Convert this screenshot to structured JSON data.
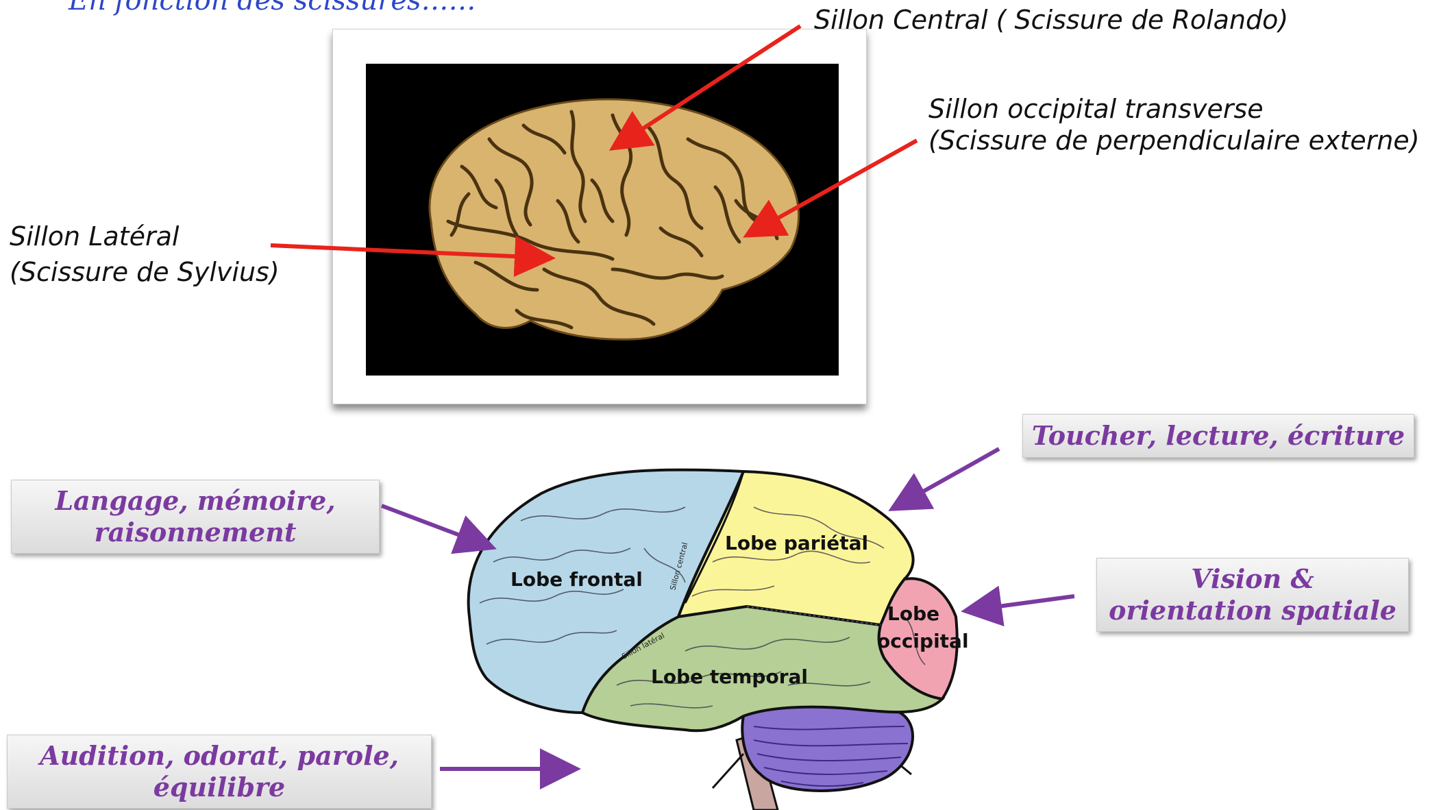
{
  "header": {
    "text": "En fonction des scissures……"
  },
  "sulci": {
    "central": "Sillon Central ( Scissure de Rolando)",
    "occipital_line1": "Sillon occipital transverse",
    "occipital_line2": "(Scissure de perpendiculaire externe)",
    "lateral_line1": "Sillon Latéral",
    "lateral_line2": "(Scissure de Sylvius)"
  },
  "functions": {
    "touch": "Toucher, lecture, écriture",
    "language_line1": "Langage, mémoire,",
    "language_line2": "raisonnement",
    "vision_line1": "Vision &",
    "vision_line2": "orientation spatiale",
    "hearing_line1": "Audition, odorat, parole,",
    "hearing_line2": "équilibre"
  },
  "lobes": {
    "frontal": "Lobe frontal",
    "parietal": "Lobe pariétal",
    "occipital_line1": "Lobe",
    "occipital_line2": "occipital",
    "temporal": "Lobe temporal",
    "central_sulcus": "Sillon central",
    "lateral_sulcus": "Sillon latéral"
  },
  "colors": {
    "arrow_red": "#e8231c",
    "arrow_purple": "#7b3aa0",
    "frontal": "#b6d7e8",
    "parietal": "#fbf59a",
    "occipital": "#f2a3b2",
    "temporal": "#b5cf96",
    "cerebellum": "#8a72d0",
    "brain_photo": "#d9b46f"
  }
}
